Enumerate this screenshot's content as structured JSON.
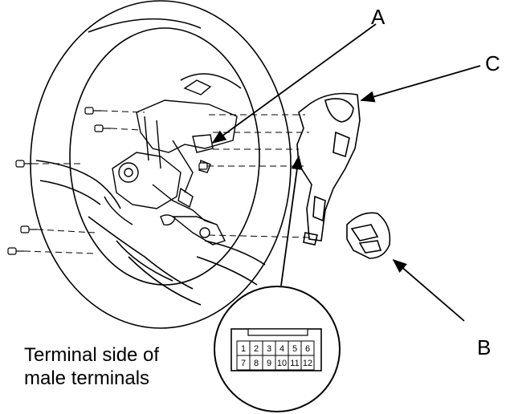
{
  "callouts": {
    "a": "A",
    "b": "B",
    "c": "C"
  },
  "caption": {
    "line1": "Terminal side of",
    "line2": "male terminals"
  },
  "connector": {
    "top_row": [
      "1",
      "2",
      "3",
      "4",
      "5",
      "6"
    ],
    "bottom_row": [
      "7",
      "8",
      "9",
      "10",
      "11",
      "12"
    ]
  },
  "icons": [
    "screw-icon",
    "steering-wheel-icon",
    "switch-assembly-icon",
    "connector-icon"
  ],
  "colors": {
    "line": "#000000",
    "background": "#ffffff"
  }
}
